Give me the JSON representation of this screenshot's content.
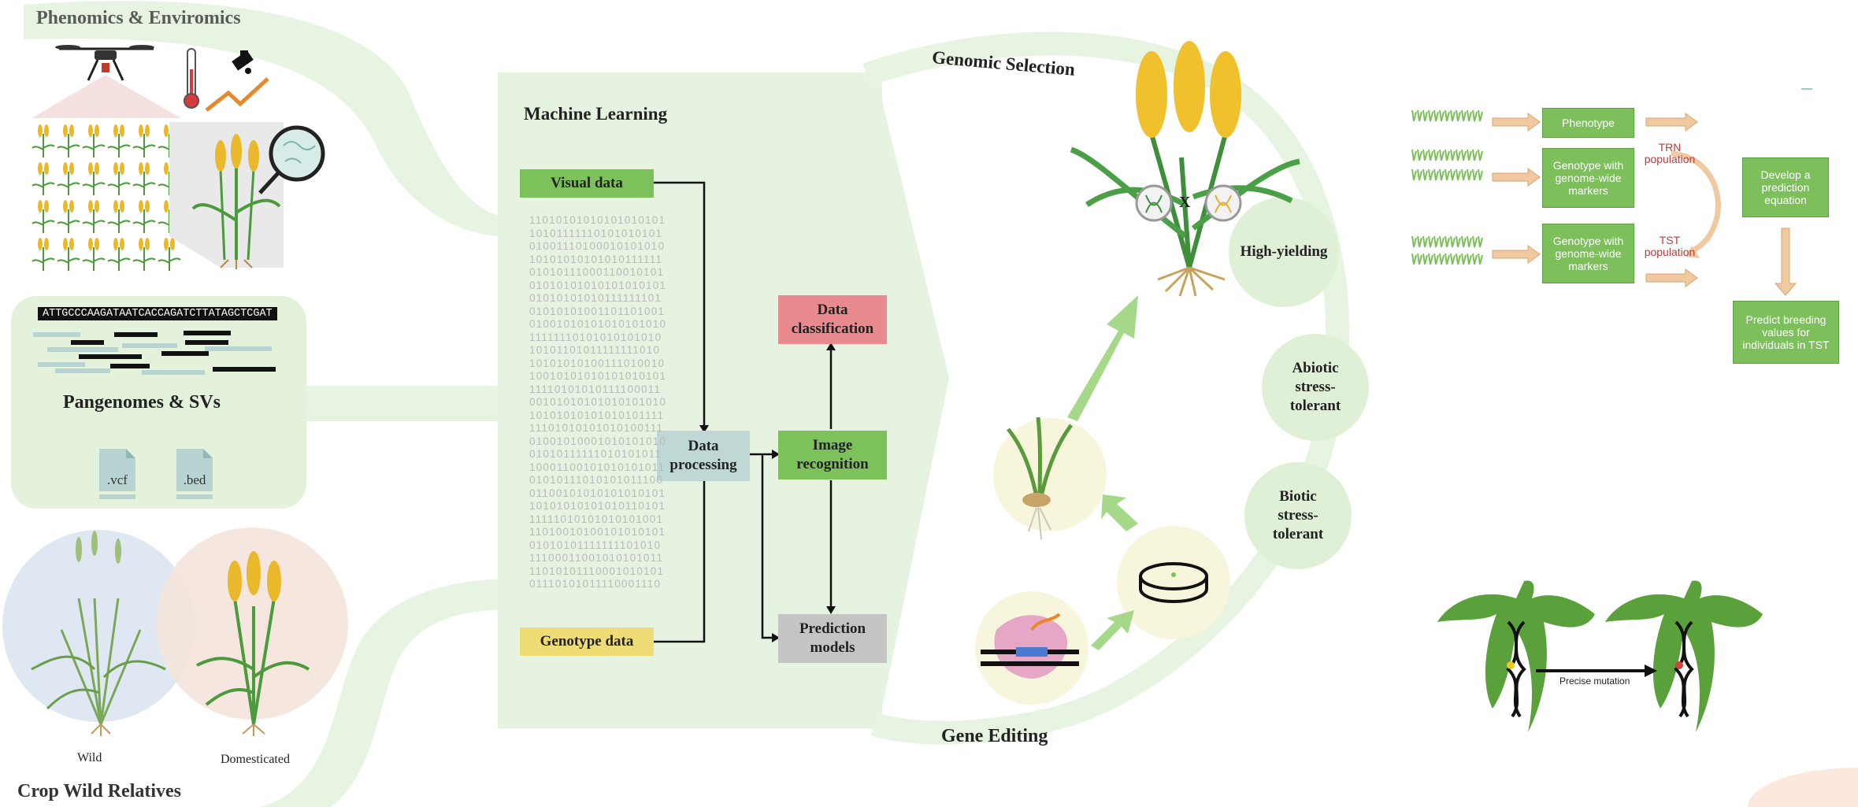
{
  "phenomics": {
    "title": "Phenomics & Enviromics"
  },
  "pangenomes": {
    "title": "Pangenomes & SVs",
    "reference_sequence": "ATTGCCCAAGATAATCACCAGATCTTATAGCTCGAT",
    "file_vcf": ".vcf",
    "file_bed": ".bed"
  },
  "crop_wild": {
    "title": "Crop Wild Relatives",
    "wild_label": "Wild",
    "domesticated_label": "Domesticated"
  },
  "ml": {
    "title": "Machine Learning",
    "visual_data": "Visual data",
    "genotype_data": "Genotype data",
    "data_processing": "Data processing",
    "data_classification": "Data classification",
    "image_recognition": "Image recognition",
    "prediction_models": "Prediction models",
    "binary_lines": [
      "11010101010101010101",
      "10101111110101010101",
      "01001110100010101010",
      "10101010101010111111",
      "01010111000110010101",
      "01010101010101010101",
      "01010101010111111101",
      "01010101001101101001",
      "01001010101010101010",
      "11111110101010101010",
      "10101101011111111010",
      "10101010100111010010",
      "10010101010101010101",
      "11110101010111100011",
      "00101010101010101010",
      "10101010101010101111",
      "11101010101010100111",
      "01001010001010101010",
      "01010111111010101011",
      "10001100101010101011",
      "01010111010101011100",
      "01100101010101010101",
      "10101010101010110101",
      "11111010101010101001",
      "11010010100101010101",
      "01010101111111101010",
      "11100011001010101011",
      "11010101110001010101",
      "01110101011110001110"
    ]
  },
  "cycle": {
    "genomic_selection": "Genomic Selection",
    "gene_editing": "Gene Editing",
    "cross_symbol": "X",
    "high_yielding": "High-yielding",
    "abiotic": "Abiotic stress-tolerant",
    "biotic": "Biotic stress-tolerant"
  },
  "gs_flow": {
    "phenotype": "Phenotype",
    "genotype_trn": "Genotype with genome-wide markers",
    "genotype_tst": "Genotype with genome-wide markers",
    "trn_population": "TRN population",
    "tst_population": "TST population",
    "develop_equation": "Develop a prediction equation",
    "predict_values": "Predict breeding values for individuals in TST"
  },
  "gene_editing_example": {
    "label": "Precise mutation"
  },
  "colors": {
    "light_green": "#e6f3e0",
    "band_green": "#e8f4e2",
    "visual_green": "#7cc15a",
    "genotype_yellow": "#f0dc74",
    "processing_blue": "#bfd8d6",
    "classification_red": "#e88a8e",
    "prediction_gray": "#c4c4c4",
    "circle_green": "#dff0d6",
    "gs_green": "#7cbf5b"
  }
}
